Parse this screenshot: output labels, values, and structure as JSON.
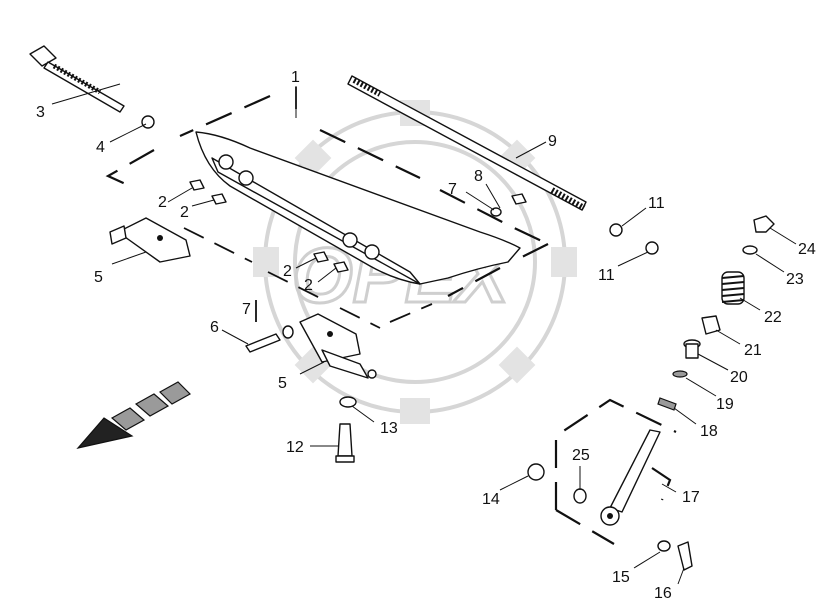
{
  "watermark": {
    "text": "OPEX"
  },
  "callouts": [
    {
      "id": "c1",
      "label": "1"
    },
    {
      "id": "c2a",
      "label": "2"
    },
    {
      "id": "c2b",
      "label": "2"
    },
    {
      "id": "c2c",
      "label": "2"
    },
    {
      "id": "c2d",
      "label": "2"
    },
    {
      "id": "c3",
      "label": "3"
    },
    {
      "id": "c4",
      "label": "4"
    },
    {
      "id": "c5a",
      "label": "5"
    },
    {
      "id": "c5b",
      "label": "5"
    },
    {
      "id": "c6",
      "label": "6"
    },
    {
      "id": "c7a",
      "label": "7"
    },
    {
      "id": "c7b",
      "label": "7"
    },
    {
      "id": "c8",
      "label": "8"
    },
    {
      "id": "c9",
      "label": "9"
    },
    {
      "id": "c11a",
      "label": "11"
    },
    {
      "id": "c11b",
      "label": "11"
    },
    {
      "id": "c12",
      "label": "12"
    },
    {
      "id": "c13",
      "label": "13"
    },
    {
      "id": "c14",
      "label": "14"
    },
    {
      "id": "c15",
      "label": "15"
    },
    {
      "id": "c16",
      "label": "16"
    },
    {
      "id": "c17",
      "label": "17"
    },
    {
      "id": "c18",
      "label": "18"
    },
    {
      "id": "c19",
      "label": "19"
    },
    {
      "id": "c20",
      "label": "20"
    },
    {
      "id": "c21",
      "label": "21"
    },
    {
      "id": "c22",
      "label": "22"
    },
    {
      "id": "c23",
      "label": "23"
    },
    {
      "id": "c24",
      "label": "24"
    },
    {
      "id": "c25",
      "label": "25"
    }
  ]
}
